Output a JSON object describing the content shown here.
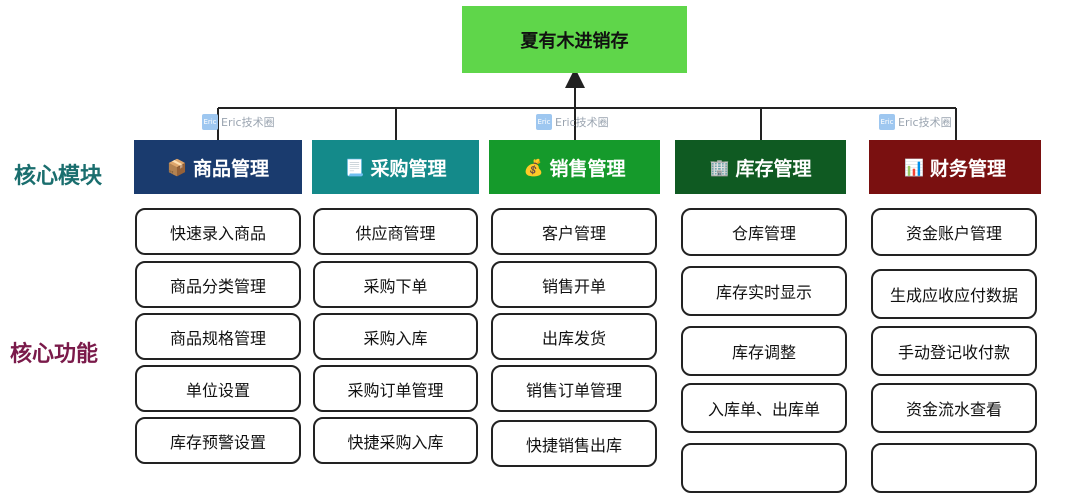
{
  "root": {
    "label": "夏有木进销存"
  },
  "row_labels": {
    "modules": "核心模块",
    "features": "核心功能"
  },
  "watermark": {
    "logo_text": "Eric",
    "text": "Eric技术圈"
  },
  "modules": [
    {
      "icon": "📦",
      "label": "商品管理",
      "color": "#1a3b6e",
      "features": [
        "快速录入商品",
        "商品分类管理",
        "商品规格管理",
        "单位设置",
        "库存预警设置"
      ]
    },
    {
      "icon": "📃",
      "label": "采购管理",
      "color": "#148a8a",
      "features": [
        "供应商管理",
        "采购下单",
        "采购入库",
        "采购订单管理",
        "快捷采购入库"
      ]
    },
    {
      "icon": "💰",
      "label": "销售管理",
      "color": "#159a2b",
      "features": [
        "客户管理",
        "销售开单",
        "出库发货",
        "销售订单管理",
        "快捷销售出库"
      ]
    },
    {
      "icon": "🏢",
      "label": "库存管理",
      "color": "#0f5a22",
      "features": [
        "仓库管理",
        "库存实时显示",
        "库存调整",
        "入库单、出库单",
        ""
      ]
    },
    {
      "icon": "📊",
      "label": "财务管理",
      "color": "#7a1010",
      "features": [
        "资金账户管理",
        "生成应收应付数据",
        "手动登记收付款",
        "资金流水查看",
        ""
      ]
    }
  ]
}
